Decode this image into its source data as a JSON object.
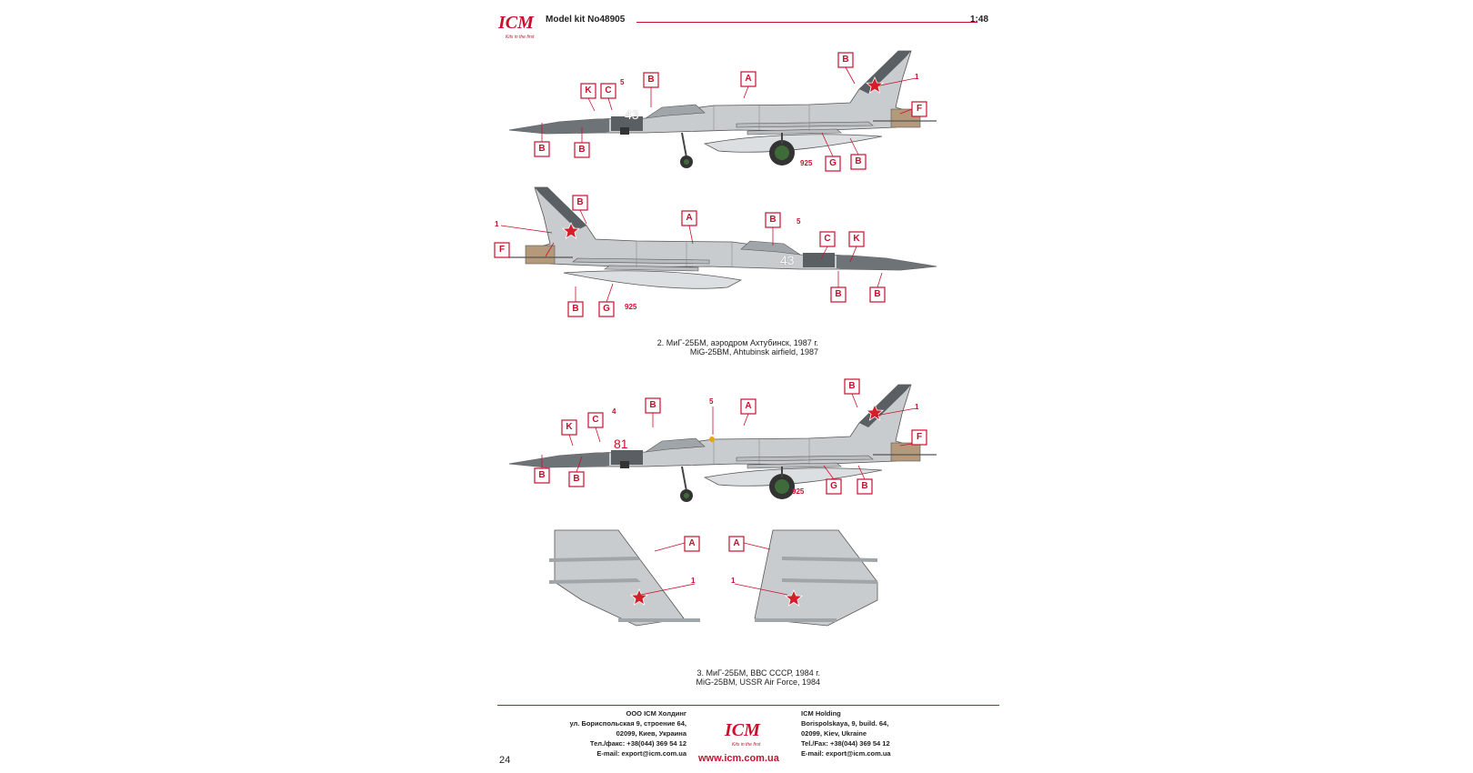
{
  "header": {
    "brand": "ICM",
    "tagline": "Kits in the first",
    "model_kit": "Model kit No48905",
    "scale": "1:48"
  },
  "callouts": {
    "a": "A",
    "b": "B",
    "c": "C",
    "f": "F",
    "g": "G",
    "k": "K",
    "n1": "1",
    "n4": "4",
    "n5": "5",
    "n925": "925"
  },
  "markings": {
    "side_number_grey": "43",
    "side_number_red": "81"
  },
  "caption2": {
    "ru": "2. МиГ-25БМ, аэродром Ахтубинск, 1987 г.",
    "en": "MiG-25BM, Ahtubinsk airfield, 1987"
  },
  "caption3": {
    "ru": "3. МиГ-25БМ, ВВС СССР, 1984 г.",
    "en": "MiG-25BM, USSR Air Force, 1984"
  },
  "footer": {
    "ru": [
      "ООО ICM Холдинг",
      "ул. Бориспольская 9, строение 64,",
      "02099, Киев, Украина",
      "Тел./факс: +38(044) 369 54 12",
      "E-mail: export@icm.com.ua"
    ],
    "en": [
      "ICM Holding",
      "Borispolskaya, 9, build. 64,",
      "02099, Kiev, Ukraine",
      "Tel./Fax: +38(044) 369 54 12",
      "E-mail: export@icm.com.ua"
    ],
    "website": "www.icm.com.ua",
    "page_number": "24"
  },
  "colors": {
    "accent_red": "#c8102e",
    "aircraft_grey": "#c9ccce",
    "dark_grey": "#5a5f63",
    "tyre_green": "#3f6b3a"
  },
  "icons": [
    "red-star-icon",
    "icm-logo"
  ]
}
